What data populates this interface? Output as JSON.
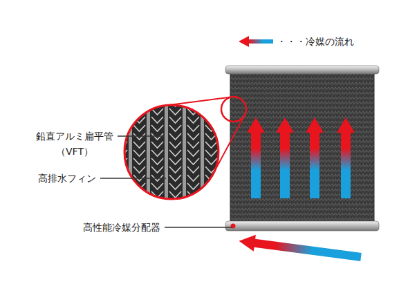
{
  "diagram": {
    "labels": [
      "鉛直アルミ扁平管 （VFT）",
      "高排水フィン",
      "高性能冷媒分配器"
    ],
    "legend": [
      {
        "text": "・・・冷媒の流れ"
      }
    ]
  }
}
